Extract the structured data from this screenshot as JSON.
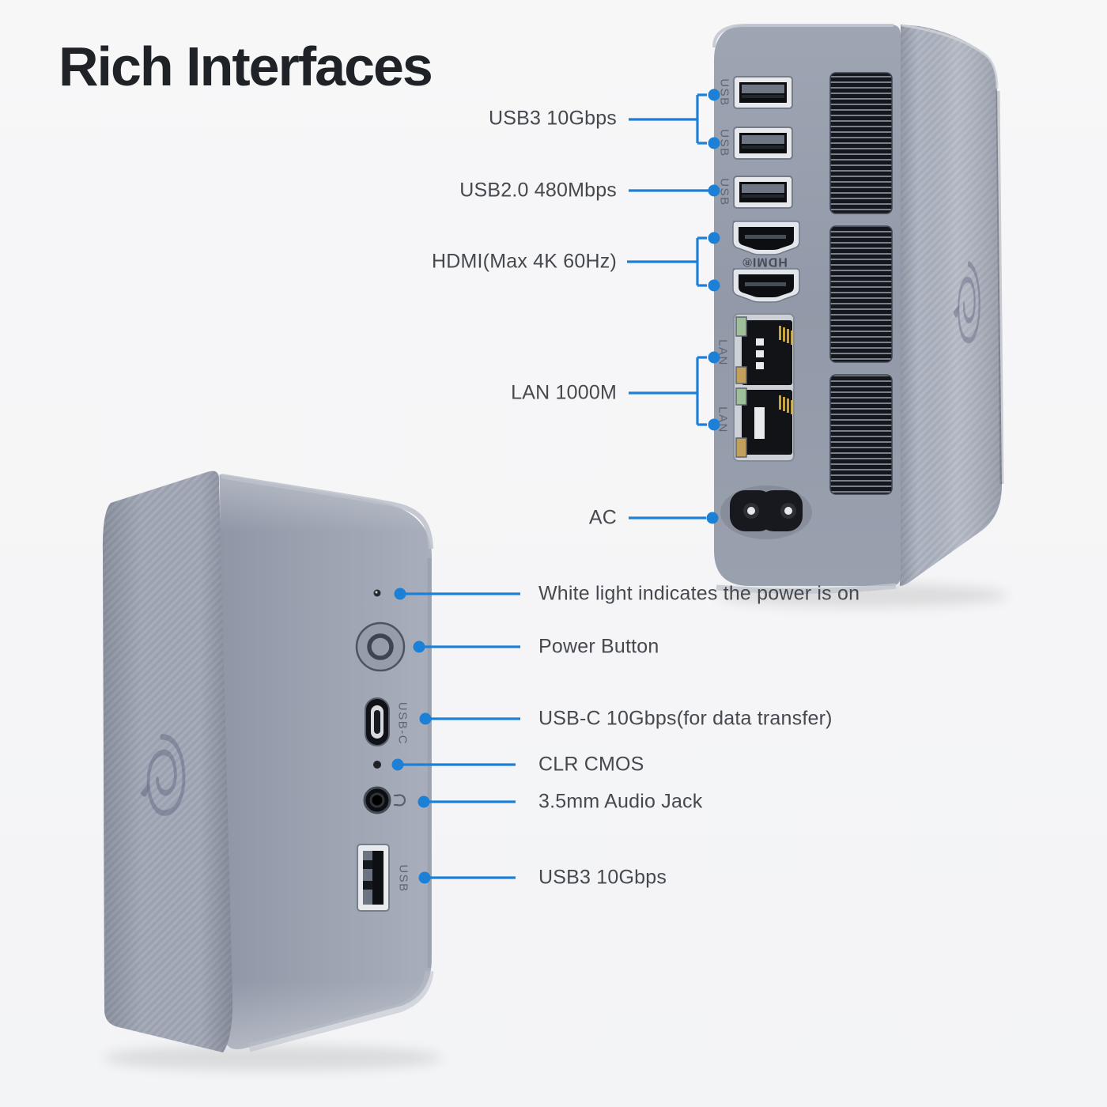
{
  "title": "Rich Interfaces",
  "colors": {
    "accent_blue": "#1d80d7",
    "background": "#f5f5f7",
    "label_text": "#45494f",
    "title_text": "#1f2226",
    "device_body": "#9aa1af",
    "device_texture": "#a8aebb"
  },
  "back_view": {
    "description": "Rear ports of mini PC",
    "labels": [
      {
        "id": "usb3",
        "text": "USB3 10Gbps"
      },
      {
        "id": "usb2",
        "text": "USB2.0 480Mbps"
      },
      {
        "id": "hdmi",
        "text": "HDMI(Max 4K 60Hz)"
      },
      {
        "id": "lan",
        "text": "LAN 1000M"
      },
      {
        "id": "ac",
        "text": "AC"
      }
    ],
    "port_markings": {
      "usb": "USB",
      "lan": "LAN",
      "hdmi": "HDMI®"
    }
  },
  "front_view": {
    "description": "Front ports of mini PC",
    "labels": [
      {
        "id": "power-led",
        "text": "White light indicates the power is on"
      },
      {
        "id": "power-button",
        "text": "Power Button"
      },
      {
        "id": "usbc",
        "text": "USB-C 10Gbps(for data transfer)"
      },
      {
        "id": "clr-cmos",
        "text": "CLR CMOS"
      },
      {
        "id": "audio-jack",
        "text": "3.5mm Audio Jack"
      },
      {
        "id": "usb3-front",
        "text": "USB3 10Gbps"
      }
    ],
    "port_markings": {
      "usbc": "USB-C",
      "usb": "USB"
    }
  }
}
